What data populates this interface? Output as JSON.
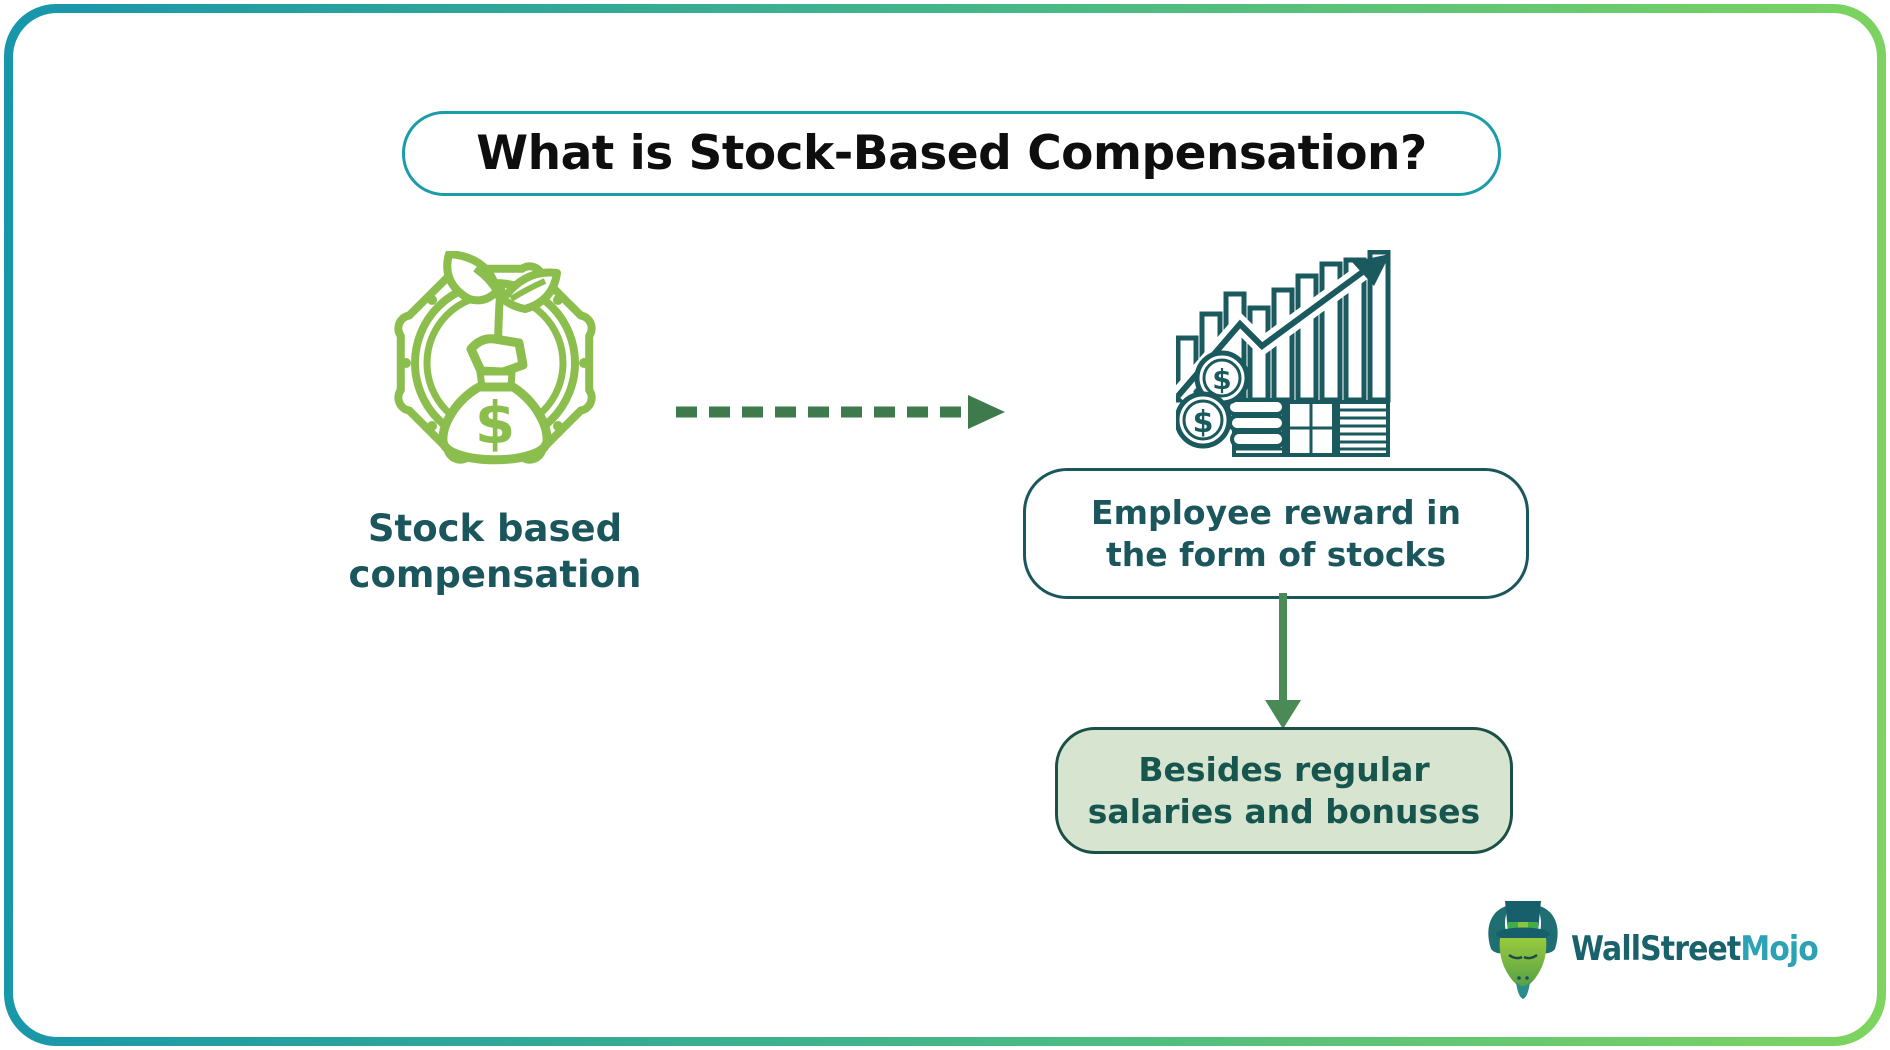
{
  "title": {
    "text": "What is Stock-Based Compensation?"
  },
  "colors": {
    "frame_gradient_start": "#1796AB",
    "frame_gradient_end": "#7ED45F",
    "title_border": "#1A9CA9",
    "dark_teal_text": "#1A565C",
    "icon_green": "#8CBE4E",
    "chart_icon_teal": "#1A5A5E",
    "dashed_arrow_green": "#3E7A4C",
    "solid_arrow_green": "#4A8A57",
    "besides_fill": "#D7E4D0",
    "besides_border": "#1B5047",
    "logo_dark": "#19616B",
    "logo_accent": "#2BA3B4"
  },
  "source_node": {
    "icon": "money-bag-gear-icon",
    "label_line1": "Stock based",
    "label_line2": "compensation"
  },
  "result_node": {
    "icon": "stock-growth-chart-icon",
    "box_line1": "Employee reward in",
    "box_line2": "the form of stocks"
  },
  "detail_node": {
    "box_line1": "Besides regular",
    "box_line2": "salaries and bonuses"
  },
  "glyphs": {
    "dollar": "$"
  },
  "logo": {
    "icon": "bull-mascot-icon",
    "brand_bold": "WallStreet",
    "brand_accent": "Mojo"
  }
}
